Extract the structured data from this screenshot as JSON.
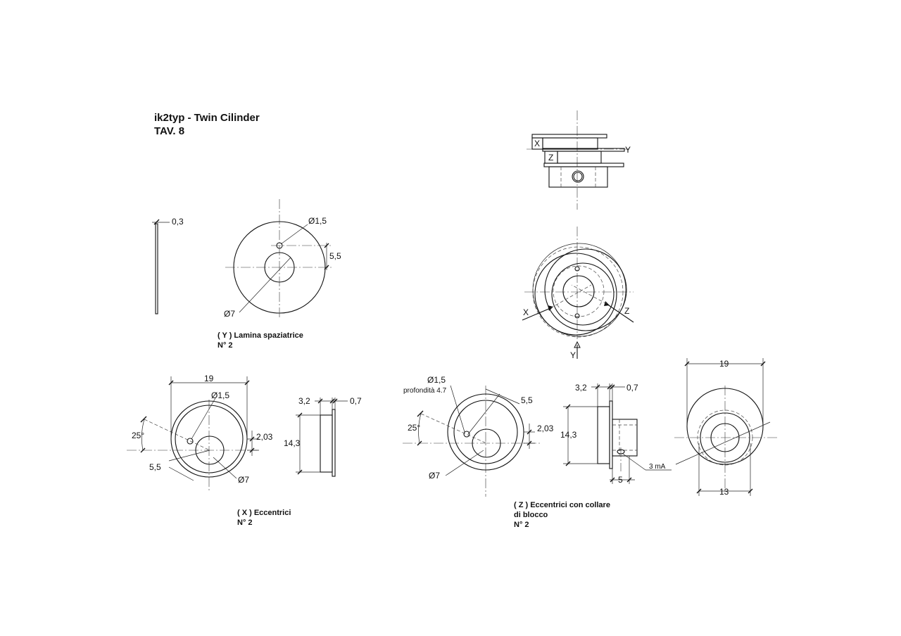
{
  "header": {
    "title": "ik2typ - Twin Cilinder",
    "sheet": "TAV. 8"
  },
  "captions": {
    "y_part": {
      "line1": "( Y ) Lamina spaziatrice",
      "line2": "N° 2"
    },
    "x_part": {
      "line1": "( X ) Eccentrici",
      "line2": "N° 2"
    },
    "z_part": {
      "line1": "( Z ) Eccentrici con collare",
      "line2": "di blocco",
      "line3": "N° 2"
    }
  },
  "assembly": {
    "label_x": "X",
    "label_y": "Y",
    "label_z": "Z"
  },
  "dims": {
    "y_thickness": "0,3",
    "y_hole": "Ø1,5",
    "y_offset": "5,5",
    "y_bore": "Ø7",
    "x_width": "19",
    "x_hole": "Ø1,5",
    "x_angle": "25°",
    "x_ecc": "2,03",
    "x_radius": "5,5",
    "x_bore": "Ø7",
    "x_thick_a": "3,2",
    "x_thick_b": "0,7",
    "x_height": "14,3",
    "z_hole": "Ø1,5",
    "z_depth": "profondità 4.7",
    "z_radius": "5,5",
    "z_angle": "25°",
    "z_ecc": "2,03",
    "z_bore": "Ø7",
    "z_thick_a": "3,2",
    "z_thick_b": "0,7",
    "z_height": "14,3",
    "z_thread": "3 mA",
    "z_collar": "5",
    "z_outer": "19",
    "z_inner": "13"
  }
}
